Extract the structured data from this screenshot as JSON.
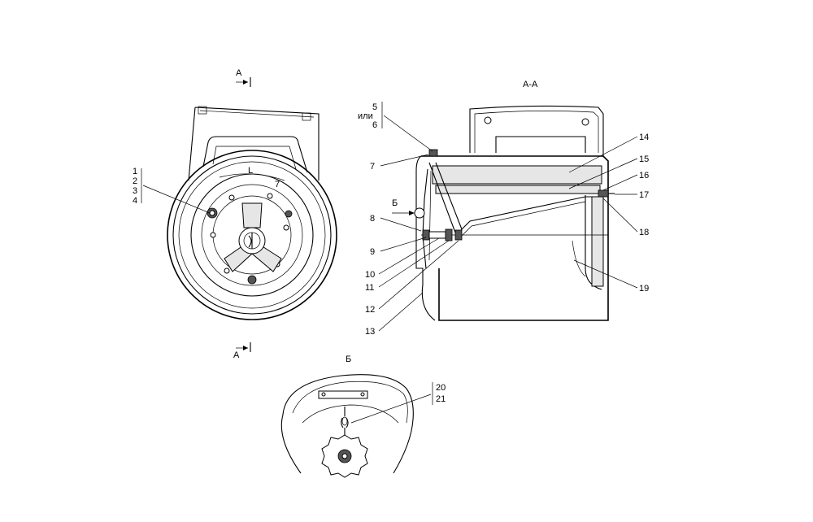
{
  "view_marks": {
    "section_a_top": "А",
    "section_a_bottom": "А",
    "section_title": "А-А",
    "detail_b_arrow": "Б",
    "detail_b_title": "Б"
  },
  "callouts_left": [
    "1",
    "2",
    "3",
    "4"
  ],
  "callouts_section": {
    "top_group": [
      "5",
      "или",
      "6"
    ],
    "left": [
      "7",
      "8",
      "9",
      "10",
      "11",
      "12",
      "13"
    ],
    "right": [
      "14",
      "15",
      "16",
      "17",
      "18",
      "19"
    ]
  },
  "callouts_detail": [
    "20",
    "21"
  ],
  "wheel_mark": "L",
  "wheel_mark_2": "7"
}
